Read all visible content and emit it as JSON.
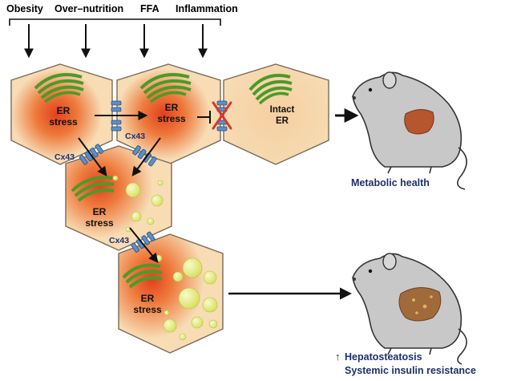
{
  "stimuli": [
    "Obesity",
    "Over–nutrition",
    "FFA",
    "Inflammation"
  ],
  "cells": [
    {
      "line1": "ER",
      "line2": "stress",
      "droplets": "none"
    },
    {
      "line1": "ER",
      "line2": "stress",
      "droplets": "none"
    },
    {
      "line1": "Intact",
      "line2": "ER",
      "droplets": "none"
    },
    {
      "line1": "ER",
      "line2": "stress",
      "droplets": "few"
    },
    {
      "line1": "ER",
      "line2": "stress",
      "droplets": "many"
    }
  ],
  "connexin_label": "Cx43",
  "outcomes": {
    "healthy": {
      "label": "Metabolic health",
      "liver_color": "#b5562e"
    },
    "disease": {
      "lines": [
        "Hepatosteatosis",
        "Systemic insulin resistance"
      ],
      "indicator": "↑",
      "liver_color": "#a06a3a"
    }
  },
  "colors": {
    "cell_fill": "#f7dcb4",
    "cell_outline": "#7a6a5a",
    "stress_core": "#e2401e",
    "er_green": "#4c9a2a",
    "droplet": "#e6ec7a",
    "connexin": "#5b8fc6",
    "label_blue": "#1f2f6a",
    "block_red": "#d63a2a",
    "mouse_body": "#c8c8c8"
  },
  "icons": [
    "down-arrow-icon",
    "gap-junction-icon",
    "inhibit-icon",
    "cross-mark-icon",
    "mouse-icon",
    "liver-icon",
    "lipid-droplet-icon",
    "up-arrow-icon"
  ]
}
